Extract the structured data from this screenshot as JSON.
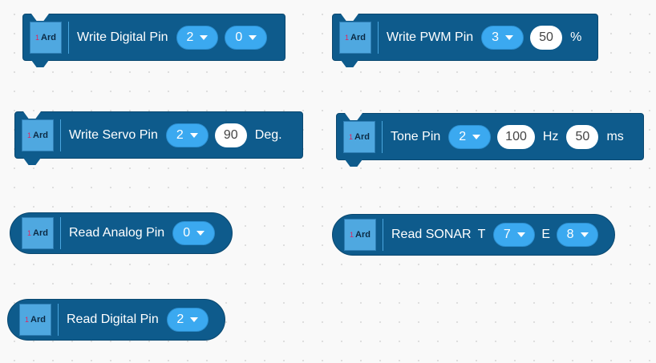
{
  "icon": {
    "number": "1",
    "text": "Ard"
  },
  "blocks": {
    "write_digital": {
      "label": "Write Digital Pin",
      "pin": "2",
      "value": "0"
    },
    "write_pwm": {
      "label": "Write PWM Pin",
      "pin": "3",
      "value": "50",
      "unit": "%"
    },
    "write_servo": {
      "label": "Write Servo Pin",
      "pin": "2",
      "value": "90",
      "unit": "Deg."
    },
    "tone": {
      "label": "Tone Pin",
      "pin": "2",
      "freq": "100",
      "freq_unit": "Hz",
      "duration": "50",
      "duration_unit": "ms"
    },
    "read_analog": {
      "label": "Read Analog Pin",
      "pin": "0"
    },
    "read_sonar": {
      "label": "Read SONAR",
      "trig_label": "T",
      "trig": "7",
      "echo_label": "E",
      "echo": "8"
    },
    "read_digital": {
      "label": "Read Digital Pin",
      "pin": "2"
    }
  },
  "colors": {
    "block": "#0e5b8c",
    "dropdown": "#3ba9f0",
    "icon": "#4fa8e0",
    "workspace": "#f9f9f9"
  }
}
